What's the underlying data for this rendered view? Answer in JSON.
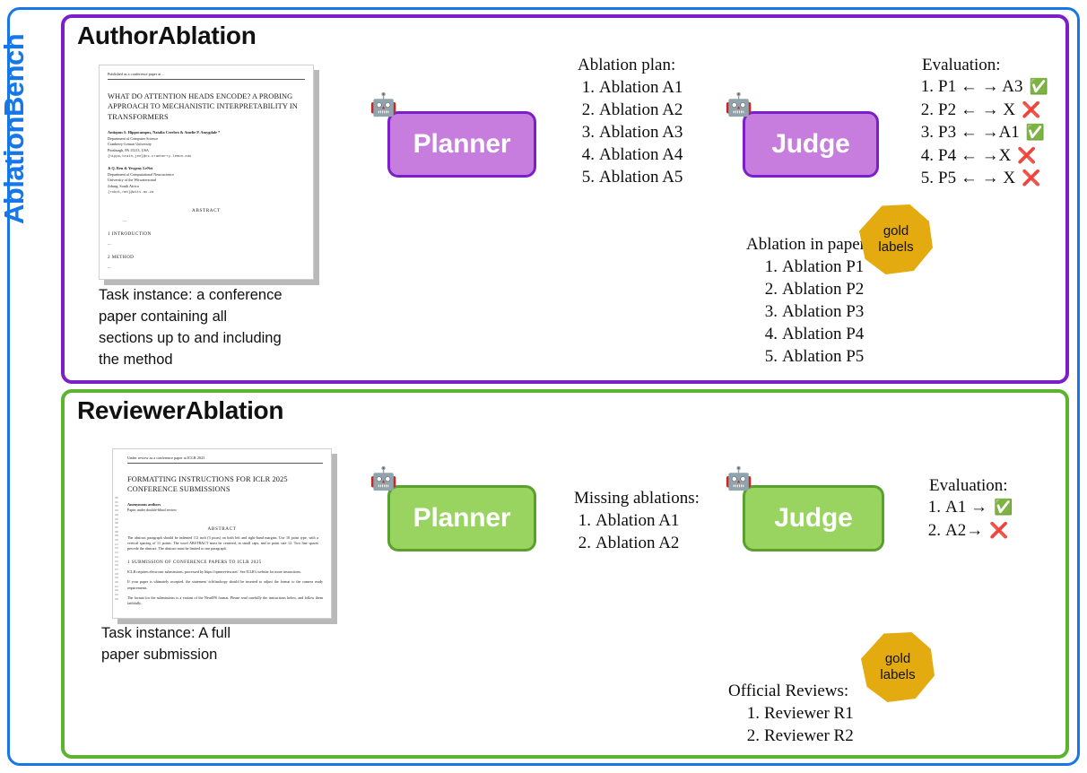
{
  "bench": {
    "label": "AblationBench",
    "color": "#1877e8"
  },
  "panels": [
    {
      "id": "author",
      "title": "AuthorAblation",
      "accent": "#7d1fc9",
      "paper": {
        "header": "Published as a conference paper at ...",
        "title": "WHAT DO ATTENTION HEADS ENCODE? A PROBING APPROACH TO MECHANISTIC INTERPRETABILITY IN TRANSFORMERS",
        "author_group_1": "Antiquus S. Hippocampus, Natalia Cerebro & Amelie P. Amygdale *",
        "affil_1a": "Department of Computer Science",
        "affil_1b": "Cranberry-Lemon University",
        "affil_1c": "Pittsburgh, PA 15213, USA",
        "email_1": "{hippo,brain,jen}@cs.cranberry-lemon.edu",
        "author_group_2": "Ji Q. Ren & Yevgeny LeNet",
        "affil_2a": "Department of Computational Neuroscience",
        "affil_2b": "University of the Witwatersrand",
        "affil_2c": "Joburg, South Africa",
        "email_2": "{robot,net}@wits.ac.za",
        "abstract_heading": "ABSTRACT",
        "abstract_body": "...",
        "section_1": "1    INTRODUCTION",
        "section_1_body": "...",
        "section_2": "2    METHOD",
        "section_2_body": "..."
      },
      "caption": "Task instance: a conference\npaper containing all\nsections up to and including\nthe method",
      "planner": {
        "label": "Planner",
        "icon": "robot-icon"
      },
      "judge": {
        "label": "Judge",
        "icon": "robot-icon"
      },
      "plan": {
        "heading": "Ablation plan:",
        "items": [
          "Ablation A1",
          "Ablation A2",
          "Ablation A3",
          "Ablation A4",
          "Ablation A5"
        ]
      },
      "gold_source": {
        "heading": "Ablation in paper:",
        "items": [
          "Ablation P1",
          "Ablation P2",
          "Ablation P3",
          "Ablation P4",
          "Ablation P5"
        ]
      },
      "gold_badge": {
        "line1": "gold",
        "line2": "labels",
        "color": "#e3ab10"
      },
      "evaluation": {
        "heading": "Evaluation:",
        "items": [
          {
            "text": "P1 ← → A3",
            "mark": "check",
            "glyph": "✅"
          },
          {
            "text": "P2 ← → X",
            "mark": "cross",
            "glyph": "❌"
          },
          {
            "text": "P3 ← →A1",
            "mark": "check",
            "glyph": "✅"
          },
          {
            "text": "P4 ← →X",
            "mark": "cross",
            "glyph": "❌"
          },
          {
            "text": "P5 ← → X",
            "mark": "cross",
            "glyph": "❌"
          }
        ]
      }
    },
    {
      "id": "reviewer",
      "title": "ReviewerAblation",
      "accent": "#5bb32e",
      "paper": {
        "header": "Under review as a conference paper at ICLR 2025",
        "title": "FORMATTING INSTRUCTIONS FOR ICLR 2025 CONFERENCE SUBMISSIONS",
        "author_group_1": "Anonymous authors",
        "affil_1a": "Paper under double-blind review",
        "abstract_heading": "ABSTRACT",
        "abstract_body": "The abstract paragraph should be indented 1/2 inch (3 picas) on both left and right-hand margins. Use 10 point type, with a vertical spacing of 11 points. The word ABSTRACT must be centered, in small caps, and in point size 12. Two line spaces precede the abstract. The abstract must be limited to one paragraph.",
        "section_1": "1    SUBMISSION OF CONFERENCE PAPERS TO ICLR 2025",
        "body_1": "ICLR requires electronic submissions, processed by https://openreview.net/. See ICLR's website for more instructions.",
        "body_2": "If your paper is ultimately accepted, the statement \\iclrfinalcopy should be inserted to adjust the format to the camera ready requirements.",
        "body_3": "The format for the submissions is a variant of the NeurIPS format. Please read carefully the instructions below, and follow them faithfully."
      },
      "caption": "Task instance: A full\npaper submission",
      "planner": {
        "label": "Planner",
        "icon": "robot-icon"
      },
      "judge": {
        "label": "Judge",
        "icon": "robot-icon"
      },
      "plan": {
        "heading": "Missing ablations:",
        "items": [
          "Ablation A1",
          "Ablation A2"
        ]
      },
      "gold_source": {
        "heading": "Official Reviews:",
        "items": [
          "Reviewer R1",
          "Reviewer R2"
        ]
      },
      "gold_badge": {
        "line1": "gold",
        "line2": "labels",
        "color": "#e3ab10"
      },
      "evaluation": {
        "heading": "Evaluation:",
        "items": [
          {
            "text": "A1 →",
            "mark": "check",
            "glyph": "✅"
          },
          {
            "text": "A2→",
            "mark": "cross",
            "glyph": "❌"
          }
        ]
      }
    }
  ],
  "colors": {
    "arrow": "#7a8ba0",
    "purple_fill": "#c77ddd",
    "purple_border": "#7d1fc9",
    "green_fill": "#98d45f",
    "green_border": "#5aa02c",
    "gold": "#e3ab10",
    "blue": "#1877e8"
  }
}
